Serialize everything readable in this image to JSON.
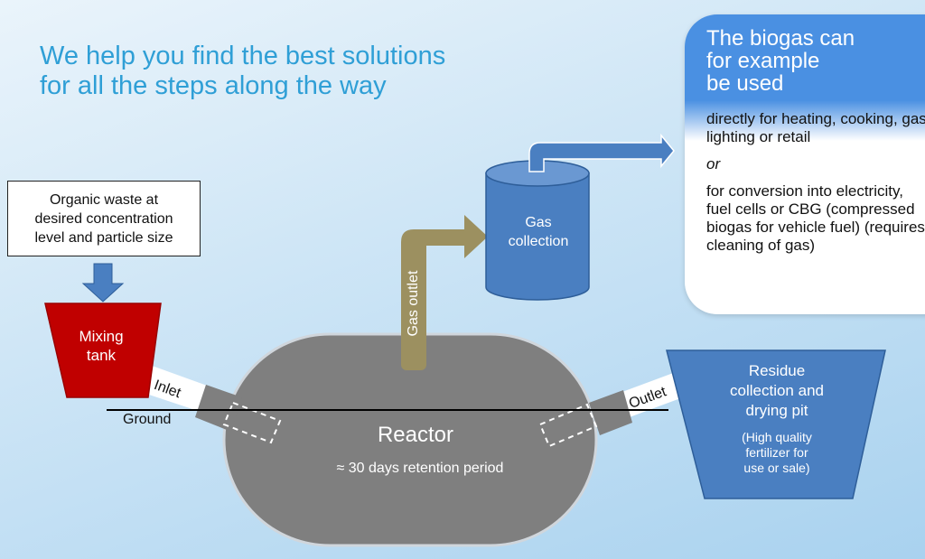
{
  "headline": {
    "line1": "We help you find the best solutions",
    "line2": "for all the steps along the way"
  },
  "info_box": {
    "title_line1": "The biogas can",
    "title_line2": "for example",
    "title_line3": "be used",
    "use1": "directly for heating, cooking, gas lighting or retail",
    "or": "or",
    "use2": "for conversion into electricity, fuel cells or CBG (compressed biogas for vehicle fuel) (requires cleaning of gas)"
  },
  "input_box": {
    "line1": "Organic waste at",
    "line2": "desired concentration",
    "line3": "level and particle size"
  },
  "mixing_tank": {
    "line1": "Mixing",
    "line2": "tank"
  },
  "inlet_label": "Inlet",
  "outlet_label": "Outlet",
  "ground_label": "Ground",
  "reactor": {
    "title": "Reactor",
    "approx_symbol": "≈",
    "retention": "30 days retention period"
  },
  "gas_outlet_label": "Gas outlet",
  "gas_collection": {
    "line1": "Gas",
    "line2": "collection"
  },
  "residue": {
    "line1": "Residue",
    "line2": "collection and",
    "line3": "drying pit",
    "note1": "(High quality",
    "note2": "fertilizer for",
    "note3": "use or sale)"
  },
  "colors": {
    "headline": "#2f9fd6",
    "blue_shape": "#4a7fc1",
    "reactor_gray": "#7f7f7f",
    "mixing_red": "#c00000",
    "gas_pipe": "#9c9060"
  }
}
